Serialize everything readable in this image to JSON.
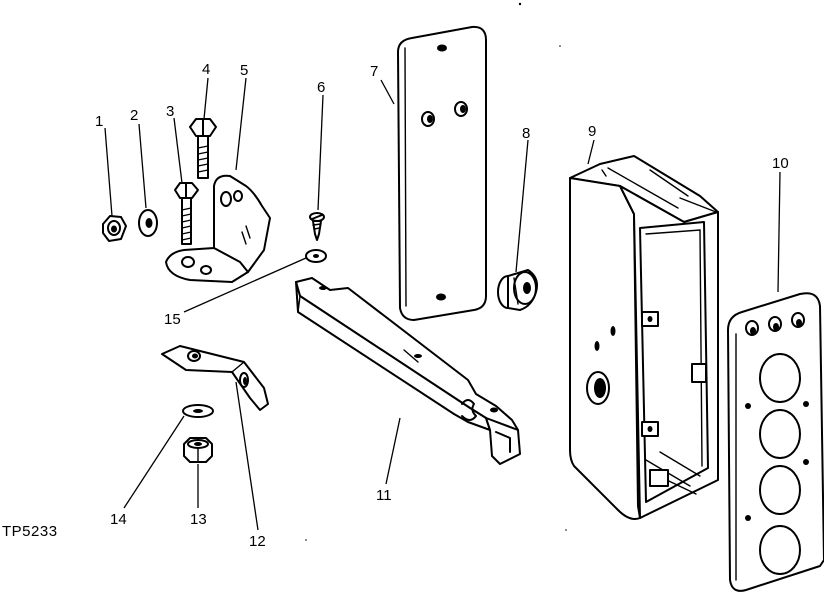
{
  "figure_code": "TP5233",
  "callouts": {
    "c1": "1",
    "c2": "2",
    "c3": "3",
    "c4": "4",
    "c5": "5",
    "c6": "6",
    "c7": "7",
    "c8": "8",
    "c9": "9",
    "c10": "10",
    "c11": "11",
    "c12": "12",
    "c13": "13",
    "c14": "14",
    "c15": "15"
  }
}
